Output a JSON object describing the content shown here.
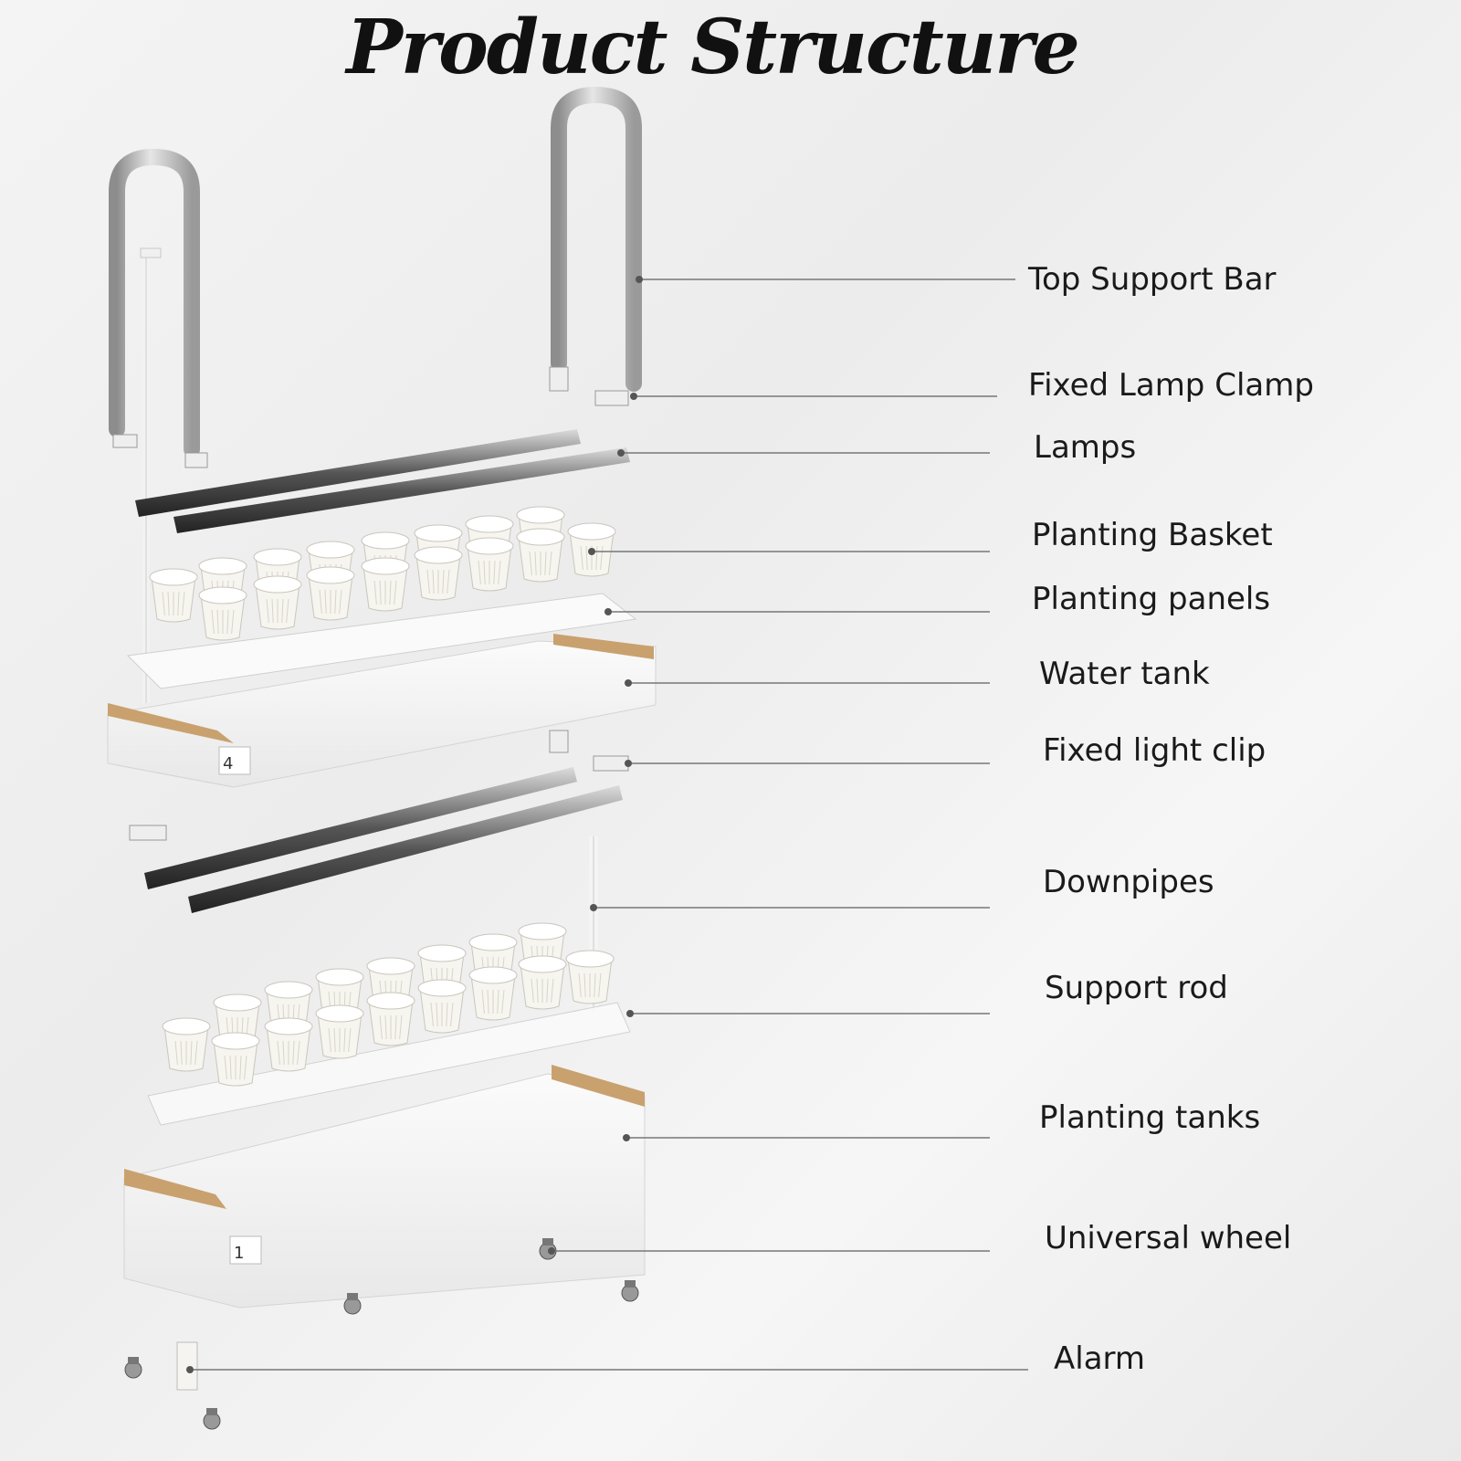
{
  "title": "Product Structure",
  "callouts": [
    {
      "id": "top-support-bar",
      "label": "Top Support Bar"
    },
    {
      "id": "fixed-lamp-clamp",
      "label": "Fixed Lamp Clamp"
    },
    {
      "id": "lamps",
      "label": "Lamps"
    },
    {
      "id": "planting-basket",
      "label": "Planting Basket"
    },
    {
      "id": "planting-panels",
      "label": "Planting panels"
    },
    {
      "id": "water-tank",
      "label": "Water tank"
    },
    {
      "id": "fixed-light-clip",
      "label": "Fixed light clip"
    },
    {
      "id": "downpipes",
      "label": "Downpipes"
    },
    {
      "id": "support-rod",
      "label": "Support rod"
    },
    {
      "id": "planting-tanks",
      "label": "Planting tanks"
    },
    {
      "id": "universal-wheel",
      "label": "Universal wheel"
    },
    {
      "id": "alarm",
      "label": "Alarm"
    }
  ],
  "tank_labels": {
    "upper": "4",
    "lower": "1"
  },
  "colors": {
    "metal": "#b8b8b8",
    "wood": "#c9a16e",
    "plastic": "#ffffff",
    "line": "#777777"
  }
}
